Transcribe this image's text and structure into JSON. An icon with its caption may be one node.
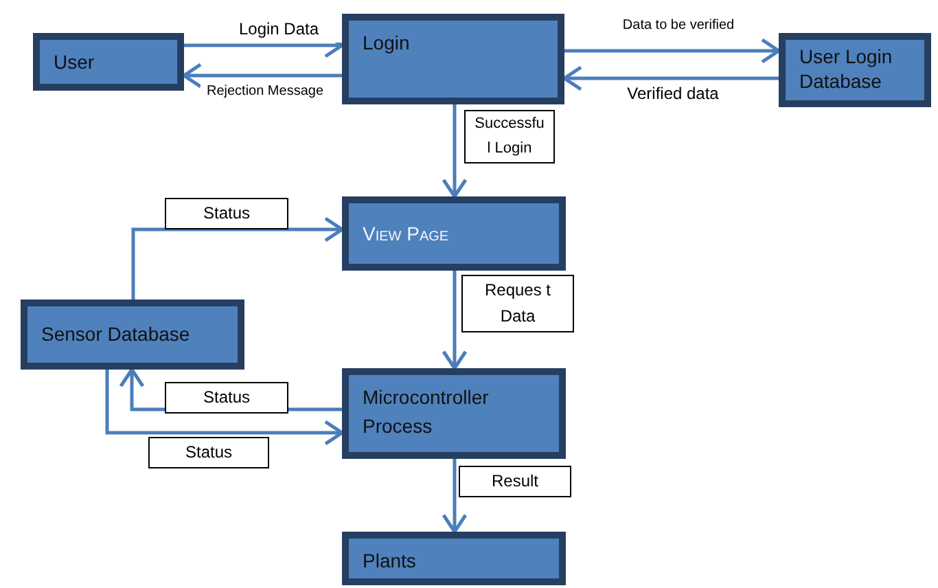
{
  "diagram": {
    "nodes": [
      {
        "text": [
          "User"
        ]
      },
      {
        "text": [
          "Login"
        ]
      },
      {
        "text": [
          "User Login Database"
        ]
      },
      {
        "text": [
          "View Page"
        ]
      },
      {
        "text": [
          "Sensor Database"
        ]
      },
      {
        "text": [
          "Microcontroller Process"
        ]
      },
      {
        "text": [
          "Plants"
        ]
      }
    ],
    "edges": [
      {
        "from": 0,
        "to": 1,
        "arrow": "to",
        "label": "Login Data"
      },
      {
        "from": 1,
        "to": 0,
        "arrow": "to",
        "label": "Rejection Message"
      },
      {
        "from": 1,
        "to": 2,
        "arrow": "to",
        "label": "Data to be verified"
      },
      {
        "from": 2,
        "to": 1,
        "arrow": "to",
        "label": "Verified data"
      },
      {
        "from": 1,
        "to": 3,
        "arrow": "to",
        "label": "Successfu l Login"
      },
      {
        "from": 4,
        "to": 3,
        "arrow": "to",
        "label": "Status"
      },
      {
        "from": 3,
        "to": 5,
        "arrow": "to",
        "label": "Reques t Data"
      },
      {
        "from": 5,
        "to": 4,
        "arrow": "to",
        "label": "Status"
      },
      {
        "from": 4,
        "to": 5,
        "arrow": "to",
        "label": "Status"
      },
      {
        "from": 5,
        "to": 6,
        "arrow": "to",
        "label": "Result"
      }
    ]
  }
}
